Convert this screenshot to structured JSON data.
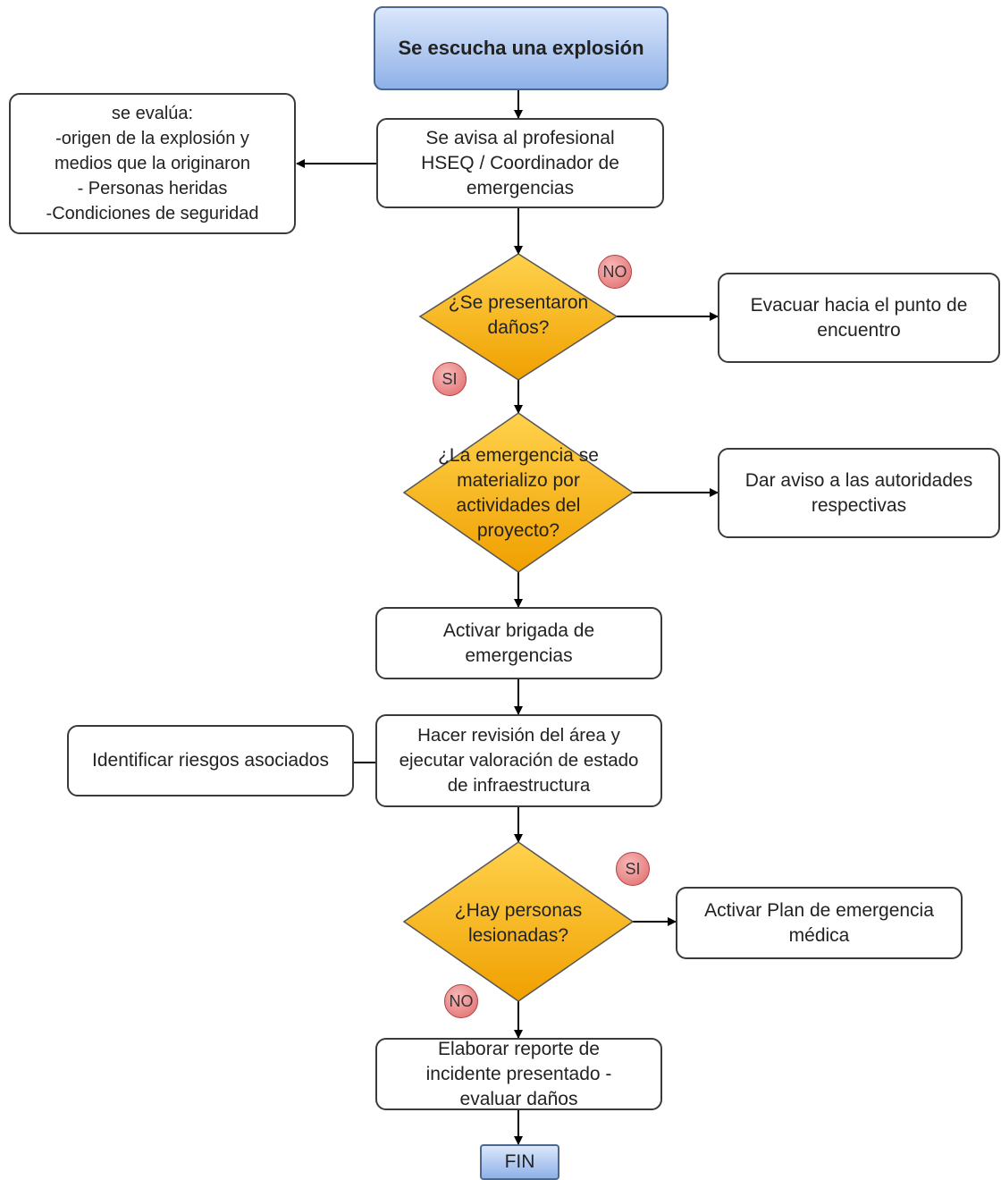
{
  "flowchart": {
    "start": "Se escucha una explosión",
    "notify": "Se avisa al profesional\nHSEQ / Coordinador de\nemergencias",
    "evaluate": "se evalúa:\n-origen de la explosión y\nmedios que la originaron\n- Personas heridas\n-Condiciones de seguridad",
    "decision_damage": "¿Se presentaron\ndaños?",
    "evacuate": "Evacuar hacia el punto de\nencuentro",
    "decision_project": "¿La emergencia se\nmaterializo por\nactividades del\nproyecto?",
    "notify_authorities": "Dar aviso a las autoridades\nrespectivas",
    "activate_brigade": "Activar brigada de\nemergencias",
    "review_area": "Hacer revisión del área y\nejecutar valoración de estado\nde infraestructura",
    "identify_risks": "Identificar riesgos asociados",
    "decision_injured": "¿Hay personas\nlesionadas?",
    "medical_plan": "Activar Plan de emergencia\nmédica",
    "report": "Elaborar reporte de\nincidente presentado -\nevaluar daños",
    "end": "FIN",
    "badges": {
      "no_1": "NO",
      "si_1": "SI",
      "si_2": "SI",
      "no_2": "NO"
    }
  },
  "colors": {
    "decision_fill_top": "#ffd24d",
    "decision_fill_bottom": "#f0a000",
    "start_fill": "#a9c4ef",
    "badge_fill": "#e57373"
  }
}
